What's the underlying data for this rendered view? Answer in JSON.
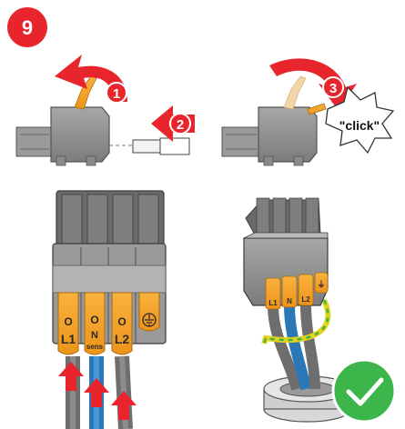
{
  "step": {
    "number": "9",
    "badge_color": "#e8242c"
  },
  "steps": {
    "one": "1",
    "two": "2",
    "three": "3"
  },
  "callout": {
    "click_text": "\"click\""
  },
  "terminals": {
    "l1": {
      "circle": "O",
      "label": "L1"
    },
    "n": {
      "circle": "O",
      "label": "N",
      "sub": "sens"
    },
    "l2": {
      "circle": "O",
      "label": "L2"
    },
    "pe": {
      "symbol": "earth-ground-icon"
    }
  },
  "small_terminals": [
    "L1",
    "N",
    "L2",
    "⏚"
  ],
  "colors": {
    "accent_red": "#e8242c",
    "lever_orange": "#f4a32b",
    "housing_grey": "#8e8e8e",
    "success_green": "#3cb54a",
    "wire_blue": "#2a78b8",
    "wire_grey": "#7a7a7a"
  },
  "icons": [
    "curved-arrow-icon",
    "push-arrow-icon",
    "star-burst-icon",
    "checkmark-icon",
    "earth-ground-icon"
  ]
}
